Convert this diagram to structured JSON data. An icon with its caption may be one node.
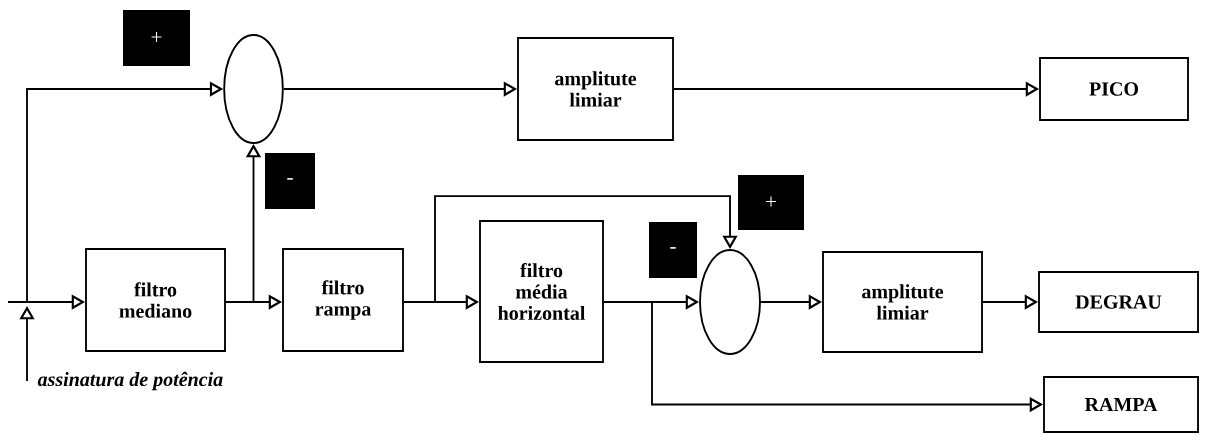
{
  "diagram": {
    "nodes": [
      {
        "text": [
          "+"
        ]
      },
      {
        "text": [],
        "shape": "ellipse"
      },
      {
        "text": [
          "amplitute limiar"
        ]
      },
      {
        "text": [
          "PICO"
        ]
      },
      {
        "text": [
          "-"
        ]
      },
      {
        "text": [
          "+"
        ]
      },
      {
        "text": [
          "-"
        ]
      },
      {
        "text": [
          "filtro mediano"
        ]
      },
      {
        "text": [
          "filtro rampa"
        ]
      },
      {
        "text": [
          "filtro média horizontal"
        ]
      },
      {
        "text": [],
        "shape": "ellipse"
      },
      {
        "text": [
          "amplitute limiar"
        ]
      },
      {
        "text": [
          "DEGRAU"
        ]
      },
      {
        "text": [
          "RAMPA"
        ]
      },
      {
        "text": [
          "assinatura de potência"
        ]
      }
    ],
    "edges": [
      {
        "from": 14,
        "to": null,
        "arrow": "to"
      },
      {
        "from": null,
        "to": 7,
        "arrow": "to"
      },
      {
        "from": null,
        "to": 1,
        "arrow": "to"
      },
      {
        "from": 7,
        "to": 8,
        "arrow": "to"
      },
      {
        "from": 7,
        "to": 1,
        "arrow": "to"
      },
      {
        "from": 8,
        "to": 9,
        "arrow": "to"
      },
      {
        "from": 8,
        "to": 10,
        "arrow": "to"
      },
      {
        "from": 1,
        "to": 2,
        "arrow": "to"
      },
      {
        "from": 2,
        "to": 3,
        "arrow": "to"
      },
      {
        "from": 9,
        "to": 10,
        "arrow": "to"
      },
      {
        "from": 9,
        "to": 13,
        "arrow": "to"
      },
      {
        "from": 10,
        "to": 11,
        "arrow": "to"
      },
      {
        "from": 11,
        "to": 12,
        "arrow": "to"
      }
    ]
  }
}
